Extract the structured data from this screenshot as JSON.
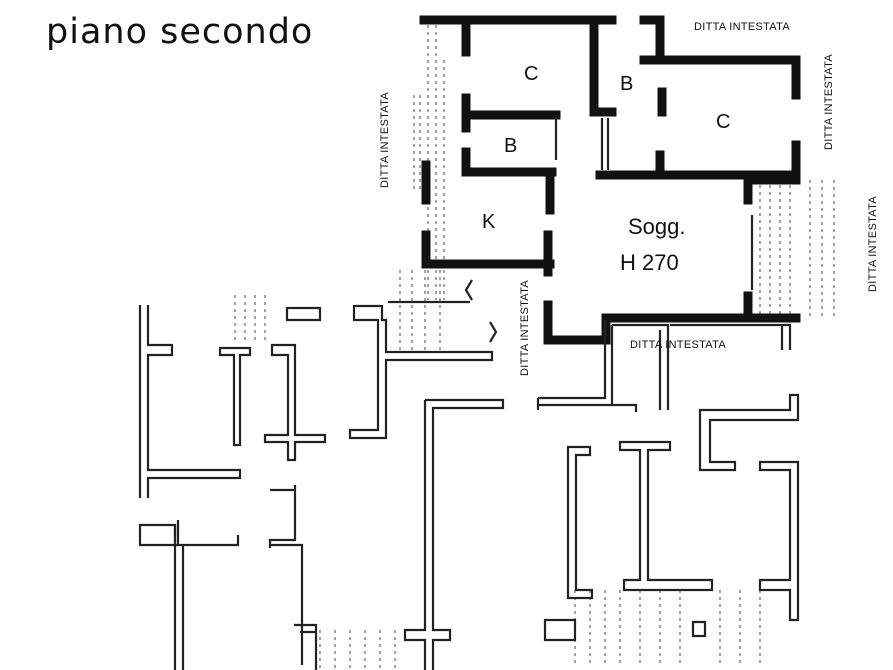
{
  "title": "piano secondo",
  "rooms": {
    "c_left": "C",
    "b_top": "B",
    "c_right": "C",
    "b_mid": "B",
    "k": "K",
    "sogg": "Sogg.",
    "height": "H 270"
  },
  "neighbors": {
    "top": "DITTA INTESTATA",
    "right_upper": "DITTA INTESTATA",
    "right_far": "DITTA INTESTATA",
    "left": "DITTA INTESTATA",
    "center": "DITTA INTESTATA",
    "bottom": "DITTA INTESTATA"
  }
}
